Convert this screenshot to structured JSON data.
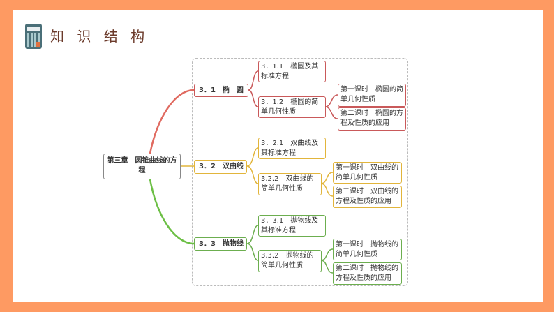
{
  "header": {
    "title": "知 识 结 构",
    "icon": "calculator-icon"
  },
  "mindmap": {
    "root": "第三章　圆锥曲线的方程",
    "colors": {
      "ellipse": "#c9595a",
      "hyperbola": "#e2b53b",
      "parabola": "#6cae4f"
    },
    "sections": [
      {
        "label": "3．1　椭　圆",
        "topics": [
          "3．1.1　椭圆及其标准方程",
          "3．1.2　椭圆的简单几何性质"
        ],
        "lessons": [
          "第一课时　椭圆的简单几何性质",
          "第二课时　椭圆的方程及性质的应用"
        ]
      },
      {
        "label": "3．2　双曲线",
        "topics": [
          "3．2.1　双曲线及其标准方程",
          "3.2.2　双曲线的简单几何性质"
        ],
        "lessons": [
          "第一课时　双曲线的简单几何性质",
          "第二课时　双曲线的方程及性质的应用"
        ]
      },
      {
        "label": "3．3　抛物线",
        "topics": [
          "3．3.1　抛物线及其标准方程",
          "3.3.2　抛物线的简单几何性质"
        ],
        "lessons": [
          "第一课时　抛物线的简单几何性质",
          "第二课时　抛物线的方程及性质的应用"
        ]
      }
    ]
  }
}
